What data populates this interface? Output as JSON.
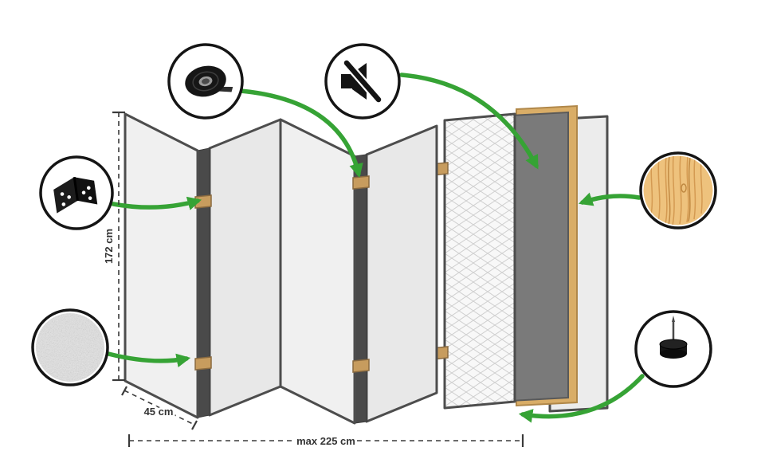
{
  "diagram": {
    "kind": "room-divider-construction-diagram"
  },
  "labels": {
    "height": "172 cm",
    "panel_width": "45 cm",
    "max_width": "max 225 cm"
  },
  "callouts": {
    "tape": {
      "icon": "tape-roll-icon",
      "position": "top-left"
    },
    "mute": {
      "icon": "sound-off-icon",
      "position": "top-center"
    },
    "hinge": {
      "icon": "hinge-icon",
      "position": "left-upper"
    },
    "canvas": {
      "icon": "canvas-texture-icon",
      "position": "left-lower"
    },
    "wood": {
      "icon": "wood-texture-icon",
      "position": "right-upper"
    },
    "foot": {
      "icon": "floor-pad-pin-icon",
      "position": "right-lower"
    }
  },
  "colors": {
    "arrow_green": "#36a335",
    "panel_fill": "#efefef",
    "panel_edge": "#4d4d4d",
    "fold_edge": "#4a4a4a",
    "hinge_wood": "#c79c5e",
    "frame_wood": "#d9ad67",
    "acoustic_panel": "#7a7a7a",
    "circle_border": "#151515",
    "dimension_ink": "#3a3a3a",
    "pattern_line": "#cfcfcf",
    "wood_texture": "#eec27d"
  }
}
